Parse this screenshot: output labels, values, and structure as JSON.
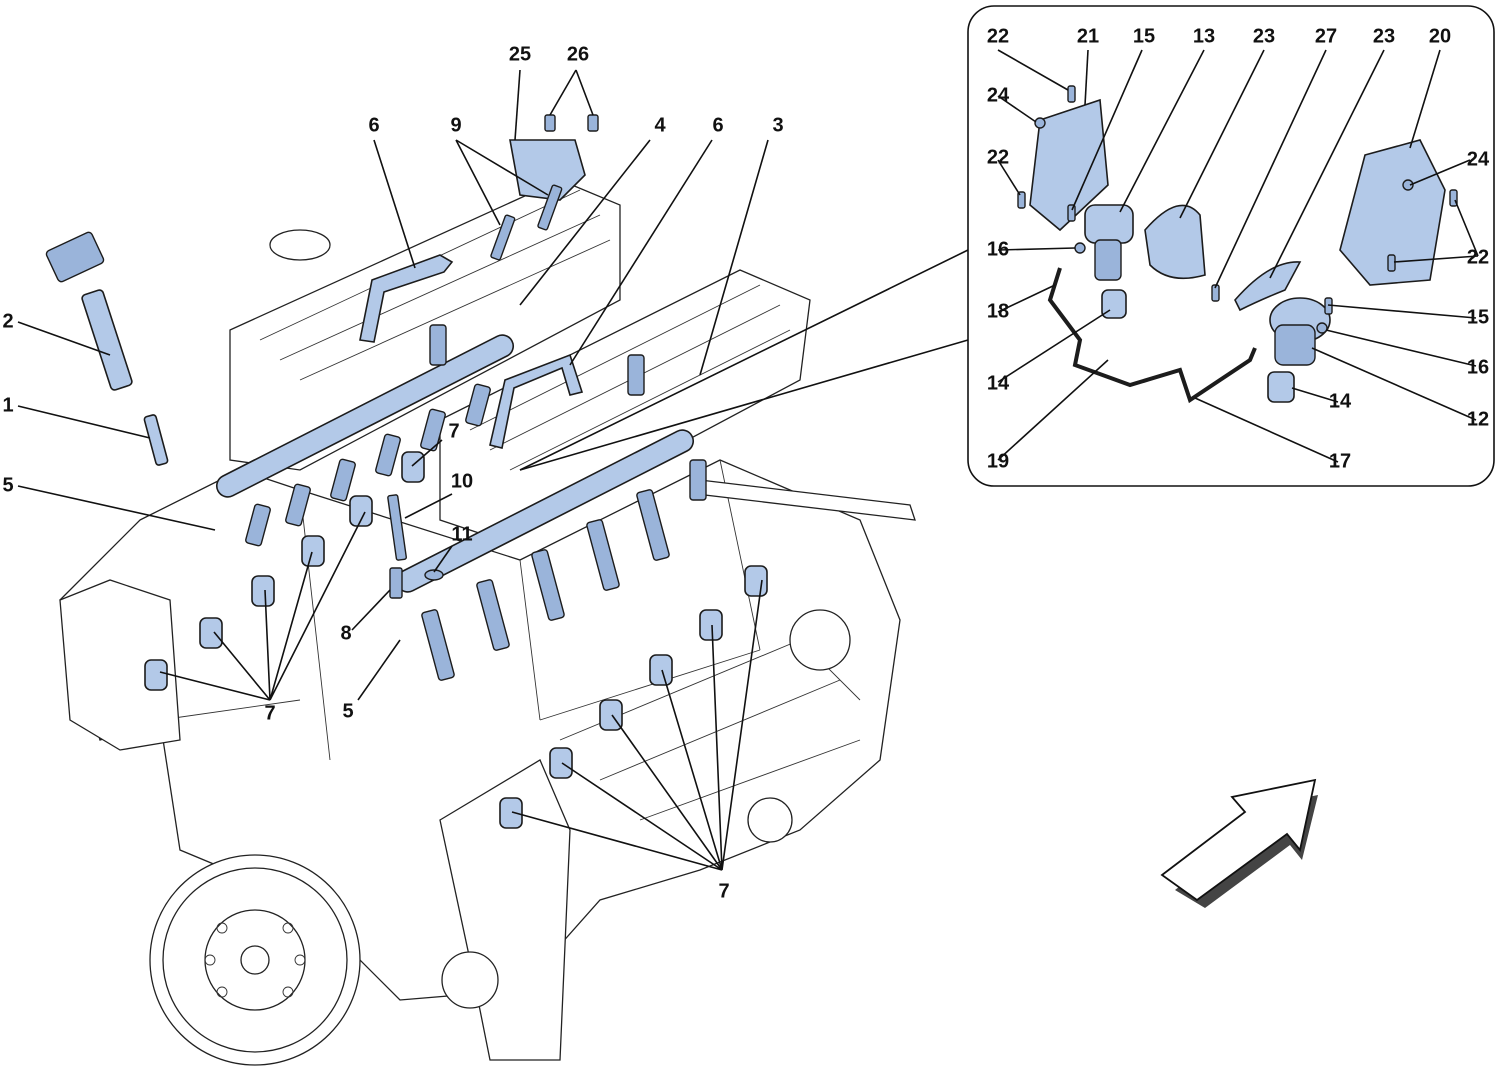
{
  "diagram": {
    "main_callouts": [
      {
        "id": "c1",
        "text": "1"
      },
      {
        "id": "c2",
        "text": "2"
      },
      {
        "id": "c3",
        "text": "3"
      },
      {
        "id": "c4",
        "text": "4"
      },
      {
        "id": "c5a",
        "text": "5"
      },
      {
        "id": "c5b",
        "text": "5"
      },
      {
        "id": "c6a",
        "text": "6"
      },
      {
        "id": "c6b",
        "text": "6"
      },
      {
        "id": "c7a",
        "text": "7"
      },
      {
        "id": "c7b",
        "text": "7"
      },
      {
        "id": "c7c",
        "text": "7"
      },
      {
        "id": "c8",
        "text": "8"
      },
      {
        "id": "c9",
        "text": "9"
      },
      {
        "id": "c10",
        "text": "10"
      },
      {
        "id": "c11",
        "text": "11"
      },
      {
        "id": "c25",
        "text": "25"
      },
      {
        "id": "c26",
        "text": "26"
      }
    ],
    "inset_callouts": [
      {
        "id": "i22a",
        "text": "22"
      },
      {
        "id": "i21",
        "text": "21"
      },
      {
        "id": "i15a",
        "text": "15"
      },
      {
        "id": "i13",
        "text": "13"
      },
      {
        "id": "i23a",
        "text": "23"
      },
      {
        "id": "i27",
        "text": "27"
      },
      {
        "id": "i23b",
        "text": "23"
      },
      {
        "id": "i20",
        "text": "20"
      },
      {
        "id": "i24a",
        "text": "24"
      },
      {
        "id": "i22b",
        "text": "22"
      },
      {
        "id": "i24b",
        "text": "24"
      },
      {
        "id": "i22c",
        "text": "22"
      },
      {
        "id": "i16a",
        "text": "16"
      },
      {
        "id": "i18",
        "text": "18"
      },
      {
        "id": "i15b",
        "text": "15"
      },
      {
        "id": "i16b",
        "text": "16"
      },
      {
        "id": "i14a",
        "text": "14"
      },
      {
        "id": "i14b",
        "text": "14"
      },
      {
        "id": "i12",
        "text": "12"
      },
      {
        "id": "i19",
        "text": "19"
      },
      {
        "id": "i17",
        "text": "17"
      }
    ],
    "colors": {
      "part_fill": "#b3c9e8",
      "line": "#111111",
      "background": "#ffffff"
    },
    "icons": [
      "direction-arrow-icon"
    ]
  }
}
